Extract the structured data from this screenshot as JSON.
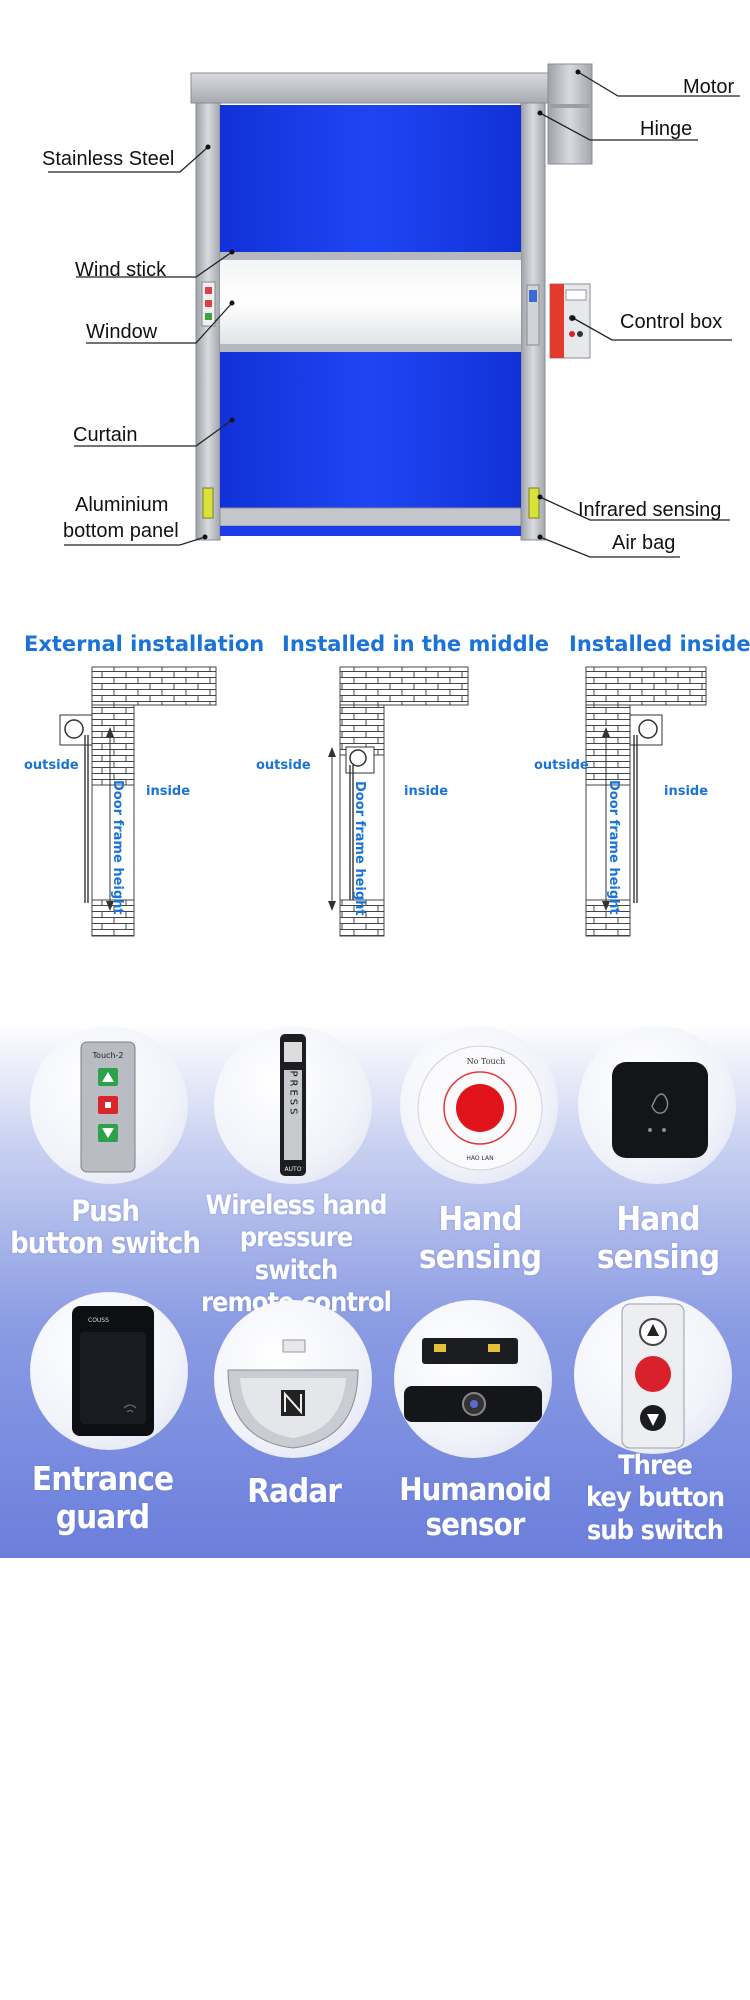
{
  "door_diagram": {
    "labels": {
      "motor": "Motor",
      "hinge": "Hinge",
      "stainless_steel": "Stainless Steel",
      "wind_stick": "Wind stick",
      "window": "Window",
      "control_box": "Control box",
      "curtain": "Curtain",
      "aluminium_line1": "Aluminium",
      "aluminium_line2": "bottom panel",
      "infrared_sensing": "Infrared sensing",
      "air_bag": "Air bag"
    },
    "colors": {
      "curtain": "#1a3ef0",
      "frame": "#b9bcc2",
      "control_box": "#e23a2d"
    }
  },
  "installation": {
    "external": {
      "title": "External installation",
      "outside": "outside",
      "inside": "inside",
      "height": "Door frame height"
    },
    "middle": {
      "title": "Installed in the middle",
      "outside": "outside",
      "inside": "inside",
      "height": "Door frame height"
    },
    "inside": {
      "title": "Installed inside",
      "outside": "outside",
      "inside": "inside",
      "height": "Door frame height"
    },
    "colors": {
      "accent": "#1a73d6"
    }
  },
  "access_controls": {
    "row1": [
      {
        "caption": [
          "Push",
          "button switch"
        ],
        "icon": "push-button-switch-icon",
        "device_text": "Touch-2"
      },
      {
        "caption": [
          "Wireless hand",
          "pressure switch",
          "remote control"
        ],
        "icon": "wireless-press-switch-icon",
        "device_text": "PRESS",
        "device_sub": "AUTO"
      },
      {
        "caption": [
          "Hand",
          "sensing"
        ],
        "icon": "no-touch-button-icon",
        "device_text": "No Touch",
        "device_sub": "HAO LAN"
      },
      {
        "caption": [
          "Hand",
          "sensing"
        ],
        "icon": "hand-wave-sensor-icon"
      }
    ],
    "row2": [
      {
        "caption": [
          "Entrance",
          "guard"
        ],
        "icon": "entrance-guard-icon",
        "device_text": "COUSS"
      },
      {
        "caption": [
          "Radar"
        ],
        "icon": "radar-sensor-icon"
      },
      {
        "caption": [
          "Humanoid sensor"
        ],
        "icon": "humanoid-sensor-icon"
      },
      {
        "caption": [
          "Three",
          "key button",
          "sub switch"
        ],
        "icon": "three-key-switch-icon"
      }
    ]
  }
}
